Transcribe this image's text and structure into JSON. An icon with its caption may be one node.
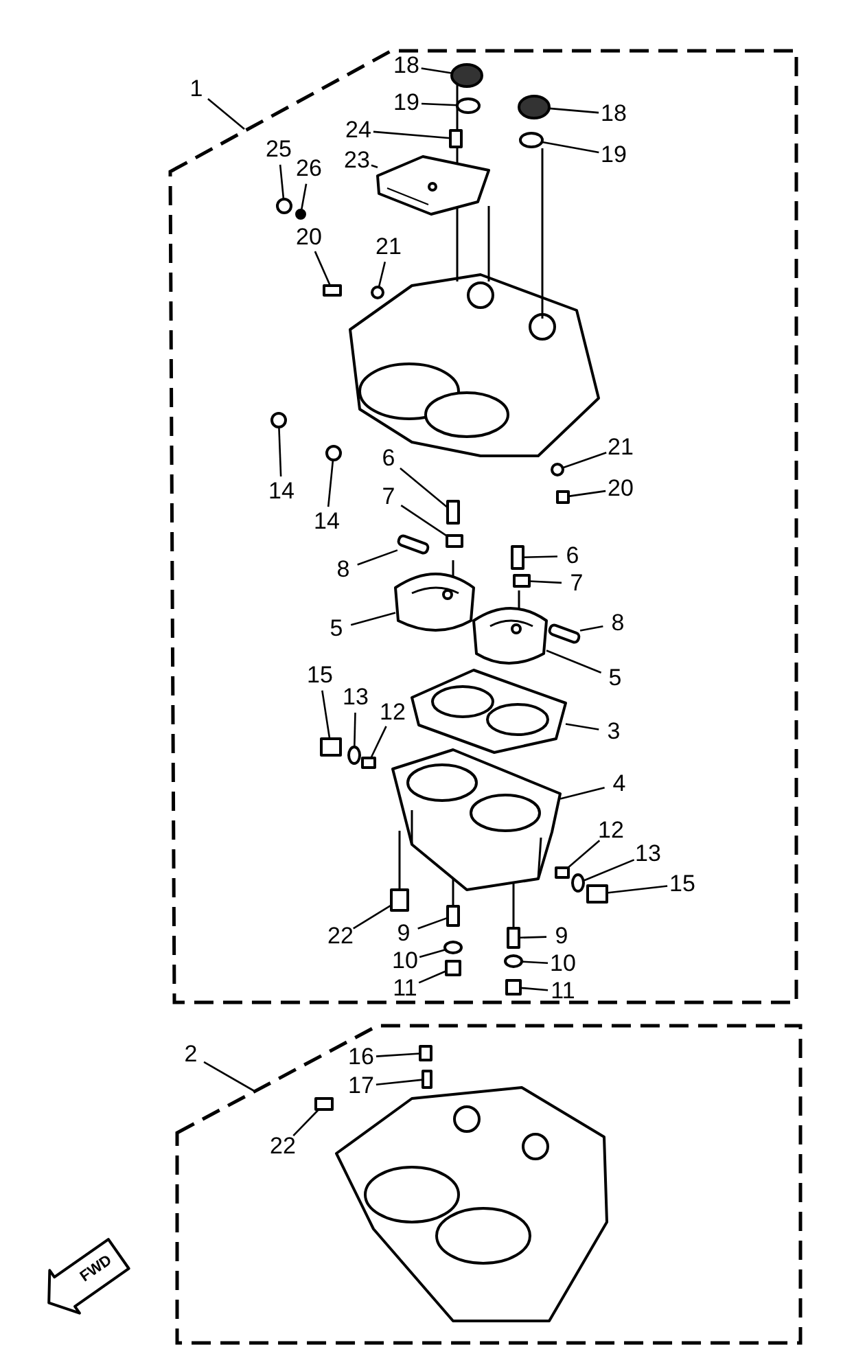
{
  "diagram": {
    "nodes": [
      {
        "text": [
          "1"
        ]
      },
      {
        "text": [],
        "shape": "box"
      },
      {
        "text": [
          "18"
        ],
        "in": 1
      },
      {
        "text": [
          "19"
        ],
        "in": 1
      },
      {
        "text": [
          "18"
        ],
        "in": 1
      },
      {
        "text": [
          "24"
        ],
        "in": 1
      },
      {
        "text": [
          "19"
        ],
        "in": 1
      },
      {
        "text": [
          "25"
        ],
        "in": 1
      },
      {
        "text": [
          "23"
        ],
        "in": 1
      },
      {
        "text": [
          "26"
        ],
        "in": 1
      },
      {
        "text": [
          "20"
        ],
        "in": 1
      },
      {
        "text": [
          "21"
        ],
        "in": 1
      },
      {
        "text": [
          "21"
        ],
        "in": 1
      },
      {
        "text": [
          "6"
        ],
        "in": 1
      },
      {
        "text": [
          "14"
        ],
        "in": 1
      },
      {
        "text": [
          "20"
        ],
        "in": 1
      },
      {
        "text": [
          "7"
        ],
        "in": 1
      },
      {
        "text": [
          "14"
        ],
        "in": 1
      },
      {
        "text": [
          "6"
        ],
        "in": 1
      },
      {
        "text": [
          "8"
        ],
        "in": 1
      },
      {
        "text": [
          "7"
        ],
        "in": 1
      },
      {
        "text": [
          "8"
        ],
        "in": 1
      },
      {
        "text": [
          "5"
        ],
        "in": 1
      },
      {
        "text": [
          "15"
        ],
        "in": 1
      },
      {
        "text": [
          "5"
        ],
        "in": 1
      },
      {
        "text": [
          "13"
        ],
        "in": 1
      },
      {
        "text": [
          "12"
        ],
        "in": 1
      },
      {
        "text": [
          "3"
        ],
        "in": 1
      },
      {
        "text": [
          "4"
        ],
        "in": 1
      },
      {
        "text": [
          "12"
        ],
        "in": 1
      },
      {
        "text": [
          "13"
        ],
        "in": 1
      },
      {
        "text": [
          "15"
        ],
        "in": 1
      },
      {
        "text": [
          "9"
        ],
        "in": 1
      },
      {
        "text": [
          "22"
        ],
        "in": 1
      },
      {
        "text": [
          "9"
        ],
        "in": 1
      },
      {
        "text": [
          "10"
        ],
        "in": 1
      },
      {
        "text": [
          "10"
        ],
        "in": 1
      },
      {
        "text": [
          "11"
        ],
        "in": 1
      },
      {
        "text": [
          "11"
        ],
        "in": 1
      },
      {
        "text": [
          "2"
        ]
      },
      {
        "text": [],
        "shape": "box"
      },
      {
        "text": [
          "16"
        ],
        "in": 40
      },
      {
        "text": [
          "17"
        ],
        "in": 40
      },
      {
        "text": [
          "22"
        ],
        "in": 40
      },
      {
        "text": [
          "FWD"
        ]
      },
      {
        "text": [],
        "shape": "circle",
        "in": 1
      },
      {
        "text": [],
        "shape": "circle",
        "in": 1
      },
      {
        "text": [],
        "shape": "circle",
        "in": 1
      },
      {
        "text": [],
        "shape": "box",
        "in": 1
      },
      {
        "text": [],
        "shape": "circle",
        "in": 1
      },
      {
        "text": [],
        "shape": "circle",
        "in": 1
      },
      {
        "text": [],
        "shape": "picture",
        "in": 1
      },
      {
        "text": [],
        "shape": "circle",
        "in": 1
      },
      {
        "text": [],
        "shape": "box",
        "in": 1
      },
      {
        "text": [],
        "shape": "circle",
        "in": 1
      },
      {
        "text": [],
        "shape": "circle",
        "in": 1
      },
      {
        "text": [],
        "shape": "box",
        "in": 1
      },
      {
        "text": [],
        "shape": "circle",
        "in": 1
      },
      {
        "text": [],
        "shape": "box",
        "in": 1
      },
      {
        "text": [],
        "shape": "box",
        "in": 1
      },
      {
        "text": [],
        "shape": "circle",
        "in": 1
      },
      {
        "text": [],
        "shape": "box",
        "in": 1
      },
      {
        "text": [],
        "shape": "bar",
        "in": 1
      },
      {
        "text": [],
        "shape": "box",
        "in": 1
      },
      {
        "text": [],
        "shape": "bar",
        "in": 1
      },
      {
        "text": [],
        "shape": "picture",
        "in": 1
      },
      {
        "text": [],
        "shape": "box",
        "in": 1
      },
      {
        "text": [],
        "shape": "picture",
        "in": 1
      },
      {
        "text": [],
        "shape": "circle",
        "in": 1
      },
      {
        "text": [],
        "shape": "box",
        "in": 1
      },
      {
        "text": [],
        "shape": "picture",
        "in": 1
      },
      {
        "text": [],
        "shape": "picture",
        "in": 1
      },
      {
        "text": [],
        "shape": "box",
        "in": 1
      },
      {
        "text": [],
        "shape": "circle",
        "in": 1
      },
      {
        "text": [],
        "shape": "box",
        "in": 1
      },
      {
        "text": [],
        "shape": "box",
        "in": 1
      },
      {
        "text": [],
        "shape": "box",
        "in": 1
      },
      {
        "text": [],
        "shape": "box",
        "in": 1
      },
      {
        "text": [],
        "shape": "circle",
        "in": 1
      },
      {
        "text": [],
        "shape": "circle",
        "in": 1
      },
      {
        "text": [],
        "shape": "box",
        "in": 1
      },
      {
        "text": [],
        "shape": "box",
        "in": 1
      },
      {
        "text": [],
        "shape": "box",
        "in": 40
      },
      {
        "text": [],
        "shape": "box",
        "in": 40
      },
      {
        "text": [],
        "shape": "box",
        "in": 40
      }
    ],
    "edges": [
      {
        "from": 0,
        "to": 1,
        "arrow": "none"
      },
      {
        "from": 2,
        "to": 45,
        "arrow": "none"
      },
      {
        "from": 3,
        "to": 46,
        "arrow": "none"
      },
      {
        "from": 4,
        "to": 47,
        "arrow": "none"
      },
      {
        "from": 5,
        "to": 48,
        "arrow": "none"
      },
      {
        "from": 6,
        "to": 49,
        "arrow": "none"
      },
      {
        "from": 7,
        "to": 50,
        "arrow": "none"
      },
      {
        "from": 8,
        "to": 51,
        "arrow": "none"
      },
      {
        "from": 9,
        "to": 52,
        "arrow": "none"
      },
      {
        "from": 10,
        "to": 53,
        "arrow": "none"
      },
      {
        "from": 11,
        "to": 54,
        "arrow": "none"
      },
      {
        "from": 12,
        "to": 55,
        "arrow": "none"
      },
      {
        "from": 13,
        "to": 56,
        "arrow": "none"
      },
      {
        "from": 14,
        "to": 57,
        "arrow": "none"
      },
      {
        "from": 15,
        "to": 58,
        "arrow": "none"
      },
      {
        "from": 16,
        "to": 59,
        "arrow": "none"
      },
      {
        "from": 17,
        "to": 60,
        "arrow": "none"
      },
      {
        "from": 18,
        "to": 61,
        "arrow": "none"
      },
      {
        "from": 19,
        "to": 62,
        "arrow": "none"
      },
      {
        "from": 20,
        "to": 63,
        "arrow": "none"
      },
      {
        "from": 21,
        "to": 64,
        "arrow": "none"
      },
      {
        "from": 22,
        "to": 65,
        "arrow": "none"
      },
      {
        "from": 23,
        "to": 66,
        "arrow": "none"
      },
      {
        "from": 24,
        "to": 67,
        "arrow": "none"
      },
      {
        "from": 25,
        "to": 68,
        "arrow": "none"
      },
      {
        "from": 26,
        "to": 69,
        "arrow": "none"
      },
      {
        "from": 27,
        "to": 70,
        "arrow": "none"
      },
      {
        "from": 28,
        "to": 71,
        "arrow": "none"
      },
      {
        "from": 29,
        "to": 72,
        "arrow": "none"
      },
      {
        "from": 30,
        "to": 73,
        "arrow": "none"
      },
      {
        "from": 31,
        "to": 74,
        "arrow": "none"
      },
      {
        "from": 32,
        "to": 75,
        "arrow": "none"
      },
      {
        "from": 33,
        "to": 76,
        "arrow": "none"
      },
      {
        "from": 34,
        "to": 77,
        "arrow": "none"
      },
      {
        "from": 35,
        "to": 78,
        "arrow": "none"
      },
      {
        "from": 36,
        "to": 79,
        "arrow": "none"
      },
      {
        "from": 37,
        "to": 80,
        "arrow": "none"
      },
      {
        "from": 38,
        "to": 81,
        "arrow": "none"
      },
      {
        "from": 39,
        "to": 40,
        "arrow": "none"
      },
      {
        "from": 41,
        "to": 82,
        "arrow": "none"
      },
      {
        "from": 42,
        "to": 83,
        "arrow": "none"
      },
      {
        "from": 43,
        "to": 84,
        "arrow": "none"
      }
    ]
  }
}
